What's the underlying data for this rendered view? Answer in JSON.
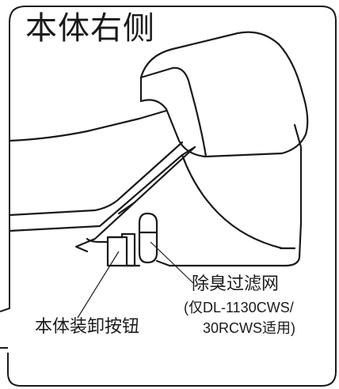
{
  "title": "本体右侧",
  "labels": {
    "main_release_button": "本体装卸按钮",
    "deodorizer_filter": "除臭过滤网"
  },
  "notes": {
    "models_line1": "(仅DL-1130CWS/",
    "models_line2": "30RCWS适用)"
  }
}
